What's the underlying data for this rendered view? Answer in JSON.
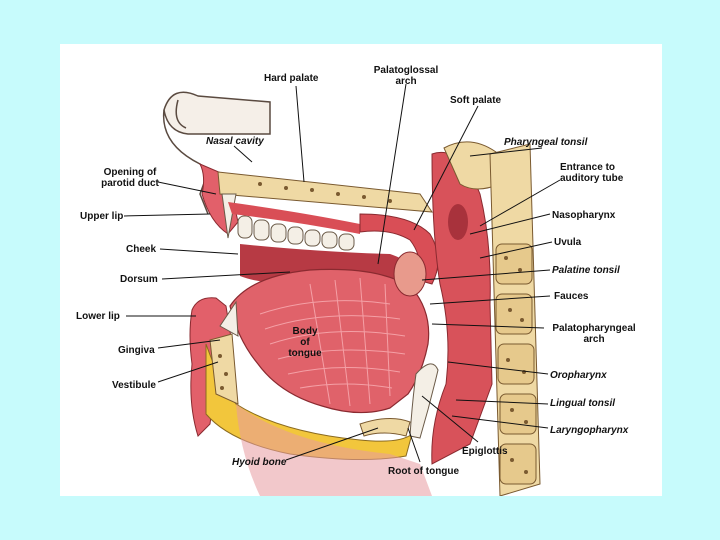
{
  "labels": {
    "hard_palate": "Hard palate",
    "palatoglossal_arch_1": "Palatoglossal",
    "palatoglossal_arch_2": "arch",
    "soft_palate": "Soft palate",
    "nasal_cavity": "Nasal cavity",
    "pharyngeal_tonsil": "Pharyngeal tonsil",
    "opening_parotid_1": "Opening of",
    "opening_parotid_2": "parotid duct",
    "entrance_auditory_1": "Entrance to",
    "entrance_auditory_2": "auditory tube",
    "upper_lip": "Upper lip",
    "nasopharynx": "Nasopharynx",
    "cheek": "Cheek",
    "uvula": "Uvula",
    "dorsum": "Dorsum",
    "palatine_tonsil": "Palatine tonsil",
    "fauces": "Fauces",
    "lower_lip": "Lower lip",
    "palatopharyngeal_1": "Palatopharyngeal",
    "palatopharyngeal_2": "arch",
    "body_1": "Body",
    "body_2": "of",
    "body_3": "tongue",
    "gingiva": "Gingiva",
    "oropharynx": "Oropharynx",
    "vestibule": "Vestibule",
    "lingual_tonsil": "Lingual tonsil",
    "laryngopharynx": "Laryngopharynx",
    "epiglottis": "Epiglottis",
    "hyoid_bone": "Hyoid bone",
    "root_of_tongue": "Root of tongue"
  },
  "colors": {
    "page_background": "#c7fbfc",
    "panel": "#ffffff",
    "muscle": "#e0626a",
    "mucosa": "#d94e56",
    "bone": "#efd9a4",
    "fat": "#f2c63c",
    "teeth": "#f4efe6"
  }
}
